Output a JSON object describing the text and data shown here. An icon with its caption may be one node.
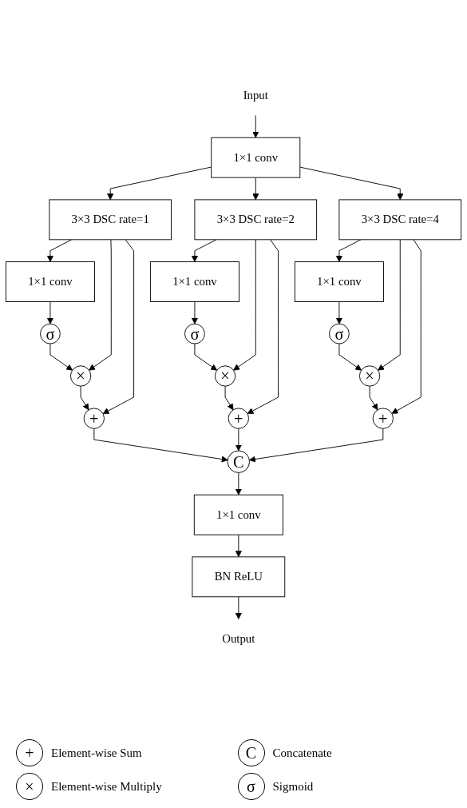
{
  "diagram": {
    "nodes": [
      {
        "text": [
          "Input"
        ]
      },
      {
        "text": [
          "1×1 conv"
        ]
      },
      {
        "text": [
          "3×3 DSC rate=1"
        ]
      },
      {
        "text": [
          "3×3 DSC rate=2"
        ]
      },
      {
        "text": [
          "3×3 DSC rate=4"
        ]
      },
      {
        "text": [
          "1×1 conv"
        ]
      },
      {
        "text": [
          "σ"
        ]
      },
      {
        "text": [
          "×"
        ]
      },
      {
        "text": [
          "+"
        ]
      },
      {
        "text": [
          "1×1 conv"
        ]
      },
      {
        "text": [
          "σ"
        ]
      },
      {
        "text": [
          "×"
        ]
      },
      {
        "text": [
          "+"
        ]
      },
      {
        "text": [
          "1×1 conv"
        ]
      },
      {
        "text": [
          "σ"
        ]
      },
      {
        "text": [
          "×"
        ]
      },
      {
        "text": [
          "+"
        ]
      },
      {
        "text": [
          "C"
        ]
      },
      {
        "text": [
          "1×1 conv"
        ]
      },
      {
        "text": [
          "BN ReLU"
        ]
      },
      {
        "text": [
          "Output"
        ]
      }
    ],
    "edges": [
      {
        "from": 0,
        "to": 1,
        "arrow": "to"
      },
      {
        "from": 1,
        "to": 2,
        "arrow": "to"
      },
      {
        "from": 1,
        "to": 3,
        "arrow": "to"
      },
      {
        "from": 1,
        "to": 4,
        "arrow": "to"
      },
      {
        "from": 2,
        "to": 5,
        "arrow": "to"
      },
      {
        "from": 5,
        "to": 6,
        "arrow": "to"
      },
      {
        "from": 6,
        "to": 7,
        "arrow": "to"
      },
      {
        "from": 2,
        "to": 7,
        "arrow": "to"
      },
      {
        "from": 7,
        "to": 8,
        "arrow": "to"
      },
      {
        "from": 2,
        "to": 8,
        "arrow": "to"
      },
      {
        "from": 3,
        "to": 9,
        "arrow": "to"
      },
      {
        "from": 9,
        "to": 10,
        "arrow": "to"
      },
      {
        "from": 10,
        "to": 11,
        "arrow": "to"
      },
      {
        "from": 3,
        "to": 11,
        "arrow": "to"
      },
      {
        "from": 11,
        "to": 12,
        "arrow": "to"
      },
      {
        "from": 3,
        "to": 12,
        "arrow": "to"
      },
      {
        "from": 4,
        "to": 13,
        "arrow": "to"
      },
      {
        "from": 13,
        "to": 14,
        "arrow": "to"
      },
      {
        "from": 14,
        "to": 15,
        "arrow": "to"
      },
      {
        "from": 4,
        "to": 15,
        "arrow": "to"
      },
      {
        "from": 15,
        "to": 16,
        "arrow": "to"
      },
      {
        "from": 4,
        "to": 16,
        "arrow": "to"
      },
      {
        "from": 8,
        "to": 17,
        "arrow": "to"
      },
      {
        "from": 12,
        "to": 17,
        "arrow": "to"
      },
      {
        "from": 16,
        "to": 17,
        "arrow": "to"
      },
      {
        "from": 17,
        "to": 18,
        "arrow": "to"
      },
      {
        "from": 18,
        "to": 19,
        "arrow": "to"
      },
      {
        "from": 19,
        "to": 20,
        "arrow": "to"
      }
    ],
    "labels": [
      "+",
      "C",
      "×",
      "σ"
    ],
    "legend": [
      {
        "text": "Element-wise Sum"
      },
      {
        "text": "Concatenate"
      },
      {
        "text": "Element-wise Multiply"
      },
      {
        "text": "Sigmoid"
      }
    ]
  }
}
